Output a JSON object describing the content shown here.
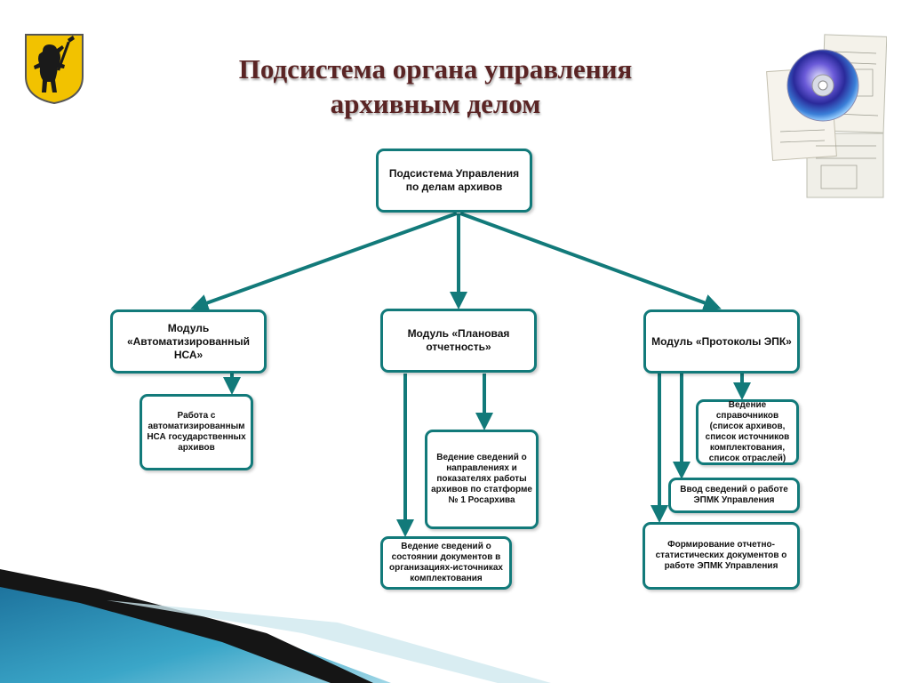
{
  "slide": {
    "title_line1": "Подсистема органа управления",
    "title_line2": "архивным делом"
  },
  "colors": {
    "accent": "#127a7a",
    "title": "#5a2424",
    "swoosh_dark": "#111111",
    "swoosh_teal": "#2a8fb0"
  },
  "icons": {
    "emblem": "yaroslavl-bear-emblem-icon",
    "archive": "cd-and-documents-icon"
  },
  "diagram": {
    "root": {
      "label": "Подсистема Управления по делам архивов"
    },
    "modules": [
      {
        "label": "Модуль «Автоматизированный НСА»",
        "children": [
          "Работа с автоматизированным НСА государственных архивов"
        ]
      },
      {
        "label": "Модуль «Плановая отчетность»",
        "children": [
          "Ведение сведений о направлениях и показателях работы архивов по статформе № 1 Росархива",
          "Ведение сведений о состоянии документов в организациях-источниках комплектования"
        ]
      },
      {
        "label": "Модуль «Протоколы ЭПК»",
        "children": [
          "Ведение справочников (список архивов, список источников комплектования, список отраслей)",
          "Ввод сведений о работе ЭПМК Управления",
          "Формирование отчетно-статистических документов о работе ЭПМК Управления"
        ]
      }
    ]
  }
}
